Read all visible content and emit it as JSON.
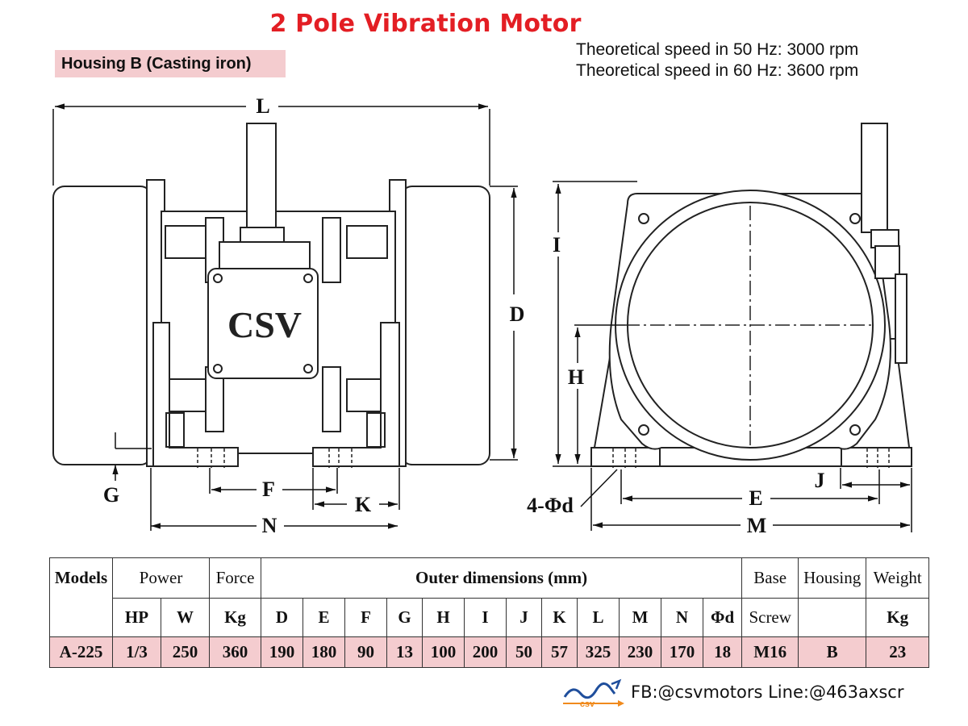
{
  "title": "2 Pole Vibration Motor",
  "housing_label": "Housing B (Casting iron)",
  "speed": {
    "line1": "Theoretical speed in 50 Hz: 3000 rpm",
    "line2": "Theoretical speed in 60 Hz: 3600 rpm"
  },
  "drawing": {
    "front_labels": {
      "L": "L",
      "D": "D",
      "G": "G",
      "F": "F",
      "K": "K",
      "N": "N"
    },
    "side_labels": {
      "I": "I",
      "H": "H",
      "J": "J",
      "E": "E",
      "M": "M",
      "d": "4-Φd"
    },
    "body_text": "CSV"
  },
  "table": {
    "header1": {
      "models": "Models",
      "power": "Power",
      "force": "Force",
      "outer": "Outer dimensions (mm)",
      "base": "Base",
      "housing": "Housing",
      "weight": "Weight"
    },
    "header2": [
      "HP",
      "W",
      "Kg",
      "D",
      "E",
      "F",
      "G",
      "H",
      "I",
      "J",
      "K",
      "L",
      "M",
      "N",
      "Φd",
      "Screw",
      "",
      "Kg"
    ],
    "row": [
      "A-225",
      "1/3",
      "250",
      "360",
      "190",
      "180",
      "90",
      "13",
      "100",
      "200",
      "50",
      "57",
      "325",
      "230",
      "170",
      "18",
      "M16",
      "B",
      "23"
    ]
  },
  "footer": {
    "logo_text": "csv",
    "contact": "FB:@csvmotors  Line:@463axscr"
  },
  "colors": {
    "title": "#e31e24",
    "highlight": "#f4cccf",
    "logo_blue": "#1f4e9c",
    "logo_orange": "#f08a1c"
  }
}
